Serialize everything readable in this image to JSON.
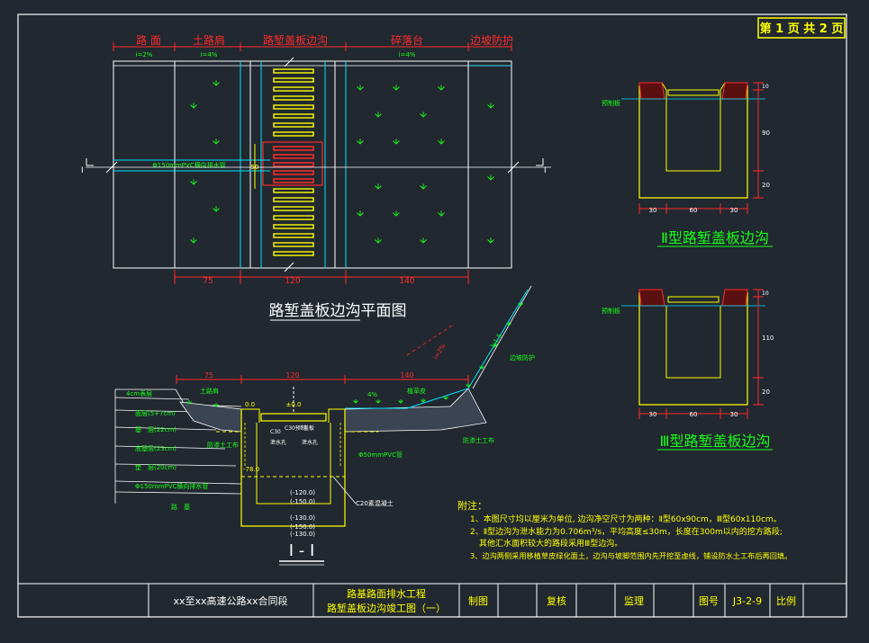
{
  "page_label": "第 1 页 共 2 页",
  "plan": {
    "zones": [
      "路 面",
      "土路肩",
      "路堑盖板边沟",
      "碎落台",
      "边坡防护"
    ],
    "slopes": [
      "i=2%",
      "i=4%",
      "i=4%"
    ],
    "dims": [
      "75",
      "120",
      "140"
    ],
    "section_marks": [
      "I",
      "I"
    ],
    "pipe_label": "Φ150mmPVC横向排水管",
    "dim_50": "50",
    "title": "路堑盖板边沟平面图"
  },
  "section": {
    "dims": [
      "75",
      "120",
      "140"
    ],
    "elev_top": "±0.0",
    "elevs_left": [
      "0.0",
      "-78.0"
    ],
    "elevs_right": [
      "(-120.0)",
      "(-150.0)",
      "(-130.0)",
      "(-150.0)",
      "(-130.0)"
    ],
    "layers": [
      "4cm表层",
      "面层(5+7cm)",
      "基　层(22cm)",
      "底基层(23cm)",
      "垫　层(20cm)",
      "Φ150mmPVC横向排水管",
      "路　基"
    ],
    "labels_mid": [
      "土路肩",
      "C30预制",
      "盖板",
      "C30",
      "泄水孔",
      "泄水孔",
      "Φ50mmPVC管",
      "C20素混凝土",
      "防渗土工布",
      "防渗土工布",
      "植草皮",
      "4%",
      "边坡防护",
      "1:1.5",
      "i=2%"
    ],
    "title": "I - I"
  },
  "type2": {
    "title": "Ⅱ型路堑盖板边沟",
    "left_label": "预制板",
    "dims_bottom": [
      "30",
      "60",
      "30"
    ],
    "dims_right": [
      "10",
      "90",
      "20"
    ]
  },
  "type3": {
    "title": "Ⅲ型路堑盖板边沟",
    "left_label": "预制板",
    "dims_bottom": [
      "30",
      "60",
      "30"
    ],
    "dims_right": [
      "10",
      "110",
      "20"
    ]
  },
  "notes": {
    "head": "附注：",
    "lines": [
      "1、本图尺寸均以厘米为单位, 边沟净空尺寸为两种：Ⅱ型60x90cm，Ⅲ型60x110cm。",
      "2、Ⅱ型边沟为泄水能力为0.706m³/s，平均高度≤30m，长度在300m以内的挖方路段;",
      "其他汇水面积较大的路段采用Ⅲ型边沟。",
      "3、边沟两侧采用移植草皮绿化面土，边沟与坡脚范围内先开挖至虚线，铺设防水土工布后再回填。"
    ]
  },
  "title_block": {
    "project": "xx至xx高速公路xx合同段",
    "drawing_line1": "路基路面排水工程",
    "drawing_line2": "路堑盖板边沟竣工图（一）",
    "designer": "制图",
    "checker": "复核",
    "supervisor": "监理",
    "drawing_no_label": "图号",
    "drawing_no": "J3-2-9",
    "scale_label": "比例"
  },
  "colors": {
    "background": "#212830",
    "frame": "#ffffff",
    "red": "#ff2a2a",
    "yellow": "#ffff00",
    "cyan": "#00e5ff",
    "green": "#18ff18",
    "magenta": "#ff4dff"
  }
}
